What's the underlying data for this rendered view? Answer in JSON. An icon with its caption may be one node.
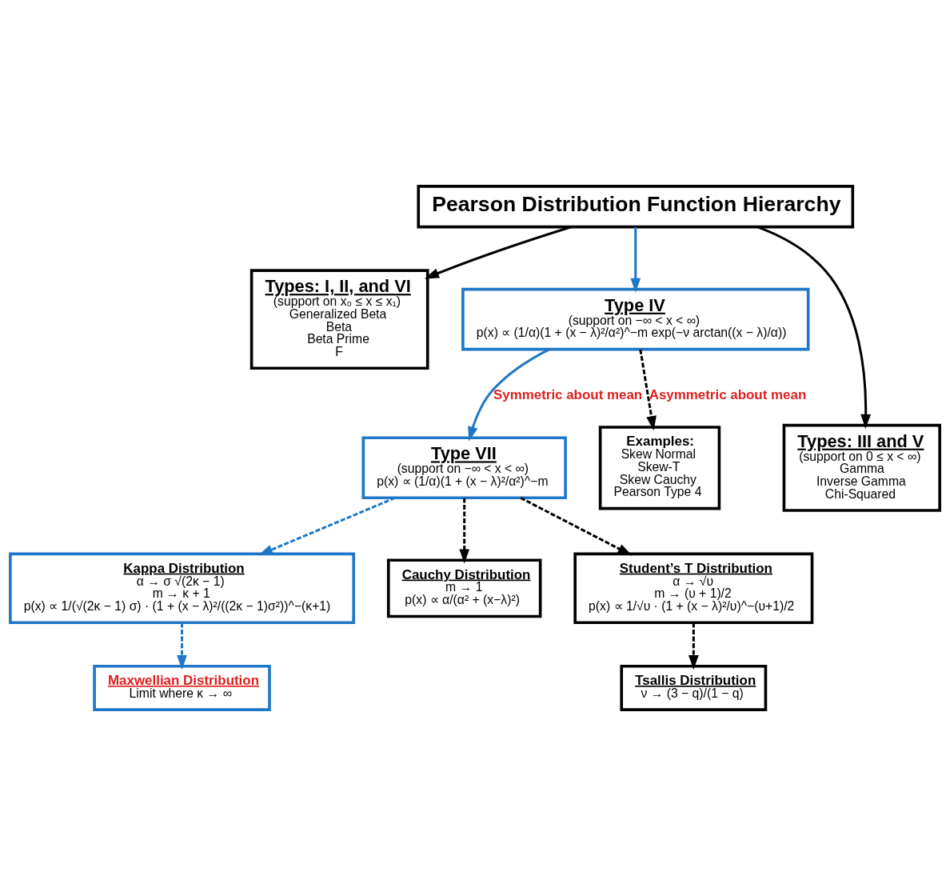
{
  "diagram": {
    "nodes": [
      {
        "text": [
          "Pearson Distribution Function Hierarchy"
        ]
      },
      {
        "text": [
          "Types: I, II, and VI",
          "(support on x₀ ≤ x ≤ x₁)",
          "Generalized Beta",
          "Beta",
          "Beta Prime",
          "F"
        ]
      },
      {
        "text": [
          "Type IV",
          "(support on −∞ < x < ∞)",
          "p(x) ∝ (1/α)(1 + (x − λ)²/α²)^−m exp(−ν arctan((x − λ)/α))"
        ]
      },
      {
        "text": [
          "Types: III and V",
          "(support on 0 ≤ x < ∞)",
          "Gamma",
          "Inverse Gamma",
          "Chi-Squared"
        ]
      },
      {
        "text": [
          "Type VII",
          "(support on −∞ < x < ∞)",
          "p(x) ∝ (1/α)(1 + (x − λ)²/α²)^−m"
        ]
      },
      {
        "text": [
          "Examples:",
          "Skew Normal",
          "Skew-T",
          "Skew Cauchy",
          "Pearson Type 4"
        ]
      },
      {
        "text": [
          "Kappa Distribution",
          "α → σ √(2κ − 1)",
          "m → κ + 1",
          "p(x) ∝ 1/(√(2κ − 1) σ) · (1 + (x − λ)²/((2κ − 1)σ²))^−(κ+1)"
        ]
      },
      {
        "text": [
          "Cauchy Distribution",
          "m → 1",
          "p(x) ∝ α/(α² + (x−λ)²)"
        ]
      },
      {
        "text": [
          "Student’s T Distribution",
          "α → √υ",
          "m → (υ + 1)/2",
          "p(x) ∝ 1/√υ · (1 + (x − λ)²/υ)^−(υ+1)/2"
        ]
      },
      {
        "text": [
          "Maxwellian Distribution",
          "Limit where κ → ∞"
        ]
      },
      {
        "text": [
          "Tsallis Distribution",
          "ν → (3 − q)/(1 − q)"
        ]
      }
    ],
    "edges": [
      {
        "from": 0,
        "to": 1,
        "arrow": "to"
      },
      {
        "from": 0,
        "to": 3,
        "arrow": "to"
      },
      {
        "from": 0,
        "to": 2,
        "arrow": "to",
        "color": "#1f77c8"
      },
      {
        "from": 2,
        "to": 4,
        "arrow": "to",
        "color": "#1f77c8",
        "label": "Symmetric about mean"
      },
      {
        "from": 2,
        "to": 5,
        "arrow": "to",
        "style": "dashed",
        "label": "Asymmetric about mean"
      },
      {
        "from": 4,
        "to": 6,
        "arrow": "to",
        "style": "dashed",
        "color": "#1f77c8"
      },
      {
        "from": 4,
        "to": 7,
        "arrow": "to",
        "style": "dashed"
      },
      {
        "from": 4,
        "to": 8,
        "arrow": "to",
        "style": "dashed"
      },
      {
        "from": 6,
        "to": 9,
        "arrow": "to",
        "style": "dashed",
        "color": "#1f77c8"
      },
      {
        "from": 8,
        "to": 10,
        "arrow": "to",
        "style": "dashed"
      }
    ]
  }
}
